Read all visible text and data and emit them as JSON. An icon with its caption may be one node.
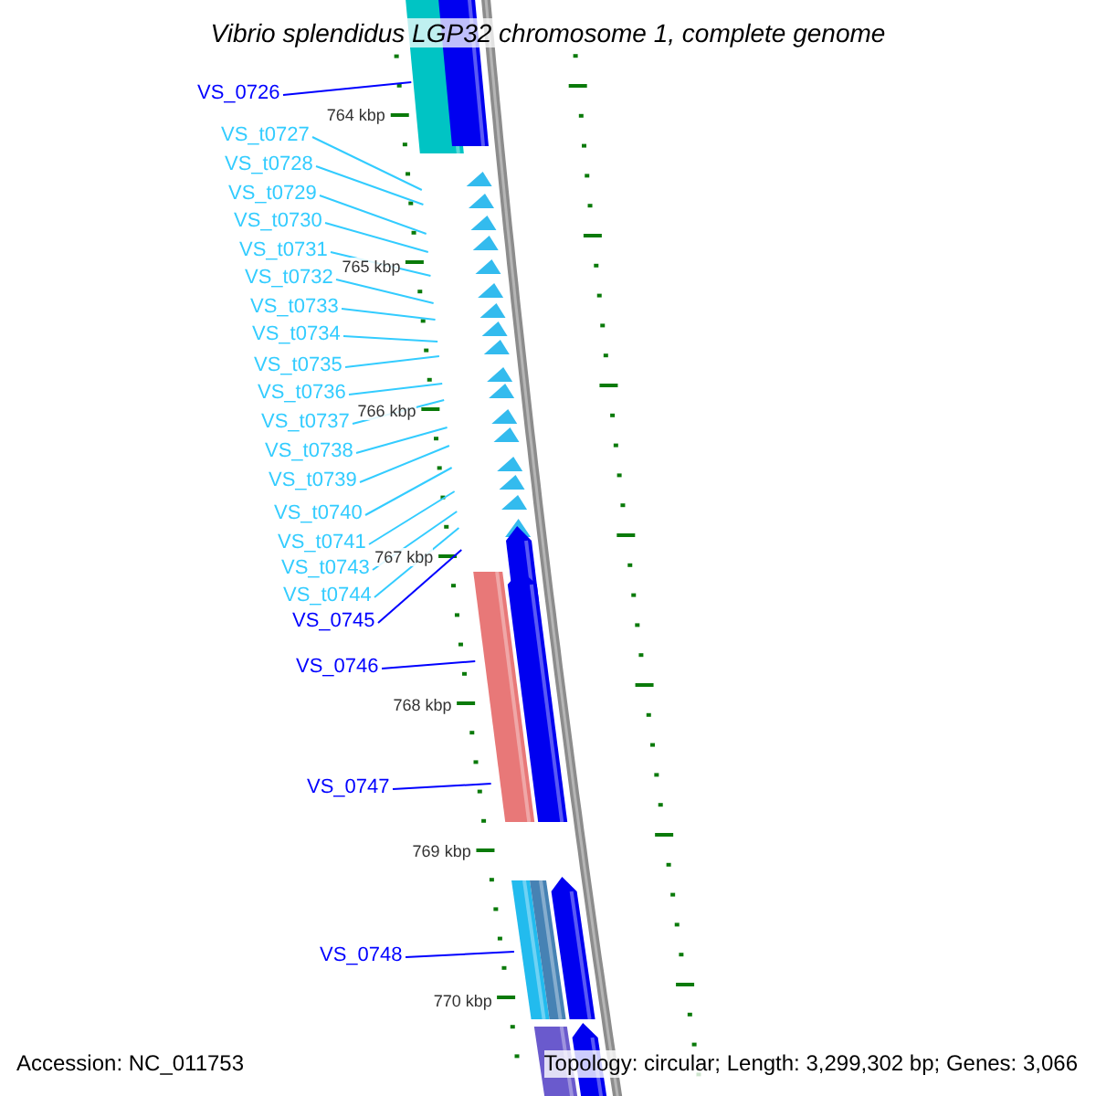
{
  "diagram": {
    "title": "Vibrio splendidus LGP32 chromosome 1, complete genome",
    "nodes": [
      {
        "text": [
          "VS_0726"
        ]
      },
      {
        "text": [
          "VS_t0727"
        ]
      },
      {
        "text": [
          "VS_t0728"
        ]
      },
      {
        "text": [
          "VS_t0729"
        ]
      },
      {
        "text": [
          "VS_t0730"
        ]
      },
      {
        "text": [
          "VS_t0731"
        ]
      },
      {
        "text": [
          "VS_t0732"
        ]
      },
      {
        "text": [
          "VS_t0733"
        ]
      },
      {
        "text": [
          "VS_t0734"
        ]
      },
      {
        "text": [
          "VS_t0735"
        ]
      },
      {
        "text": [
          "VS_t0736"
        ]
      },
      {
        "text": [
          "VS_t0737"
        ]
      },
      {
        "text": [
          "VS_t0738"
        ]
      },
      {
        "text": [
          "VS_t0739"
        ]
      },
      {
        "text": [
          "VS_t0740"
        ]
      },
      {
        "text": [
          "VS_t0741"
        ]
      },
      {
        "text": [
          "VS_t0743"
        ]
      },
      {
        "text": [
          "VS_t0744"
        ]
      },
      {
        "text": [
          "VS_0745"
        ]
      },
      {
        "text": [
          "VS_0746"
        ]
      },
      {
        "text": [
          "VS_0747"
        ]
      },
      {
        "text": [
          "VS_0748"
        ]
      }
    ],
    "edges": [
      {
        "from": 0,
        "to": null,
        "arrow": "none",
        "color": "#0000ff"
      },
      {
        "from": 1,
        "to": null,
        "arrow": "none"
      },
      {
        "from": 2,
        "to": null,
        "arrow": "none"
      },
      {
        "from": 3,
        "to": null,
        "arrow": "none"
      },
      {
        "from": 4,
        "to": null,
        "arrow": "none"
      },
      {
        "from": 5,
        "to": null,
        "arrow": "none"
      },
      {
        "from": 6,
        "to": null,
        "arrow": "none"
      },
      {
        "from": 7,
        "to": null,
        "arrow": "none"
      },
      {
        "from": 8,
        "to": null,
        "arrow": "none"
      },
      {
        "from": 9,
        "to": null,
        "arrow": "none"
      },
      {
        "from": 10,
        "to": null,
        "arrow": "none"
      },
      {
        "from": 11,
        "to": null,
        "arrow": "none"
      },
      {
        "from": 12,
        "to": null,
        "arrow": "none"
      },
      {
        "from": 13,
        "to": null,
        "arrow": "none"
      },
      {
        "from": 14,
        "to": null,
        "arrow": "none"
      },
      {
        "from": 15,
        "to": null,
        "arrow": "none"
      },
      {
        "from": 16,
        "to": null,
        "arrow": "none"
      },
      {
        "from": 17,
        "to": null,
        "arrow": "none"
      },
      {
        "from": 18,
        "to": null,
        "arrow": "none",
        "color": "#0000ff"
      },
      {
        "from": 19,
        "to": null,
        "arrow": "none",
        "color": "#0000ff"
      },
      {
        "from": 20,
        "to": null,
        "arrow": "none",
        "color": "#0000ff"
      },
      {
        "from": 21,
        "to": null,
        "arrow": "none",
        "color": "#0000ff"
      }
    ],
    "labels": [
      "764 kbp",
      "765 kbp",
      "766 kbp",
      "767 kbp",
      "768 kbp",
      "769 kbp",
      "770 kbp",
      "Accession: NC_011753",
      "Topology: circular; Length: 3,299,302 bp; Genes: 3,066"
    ]
  }
}
